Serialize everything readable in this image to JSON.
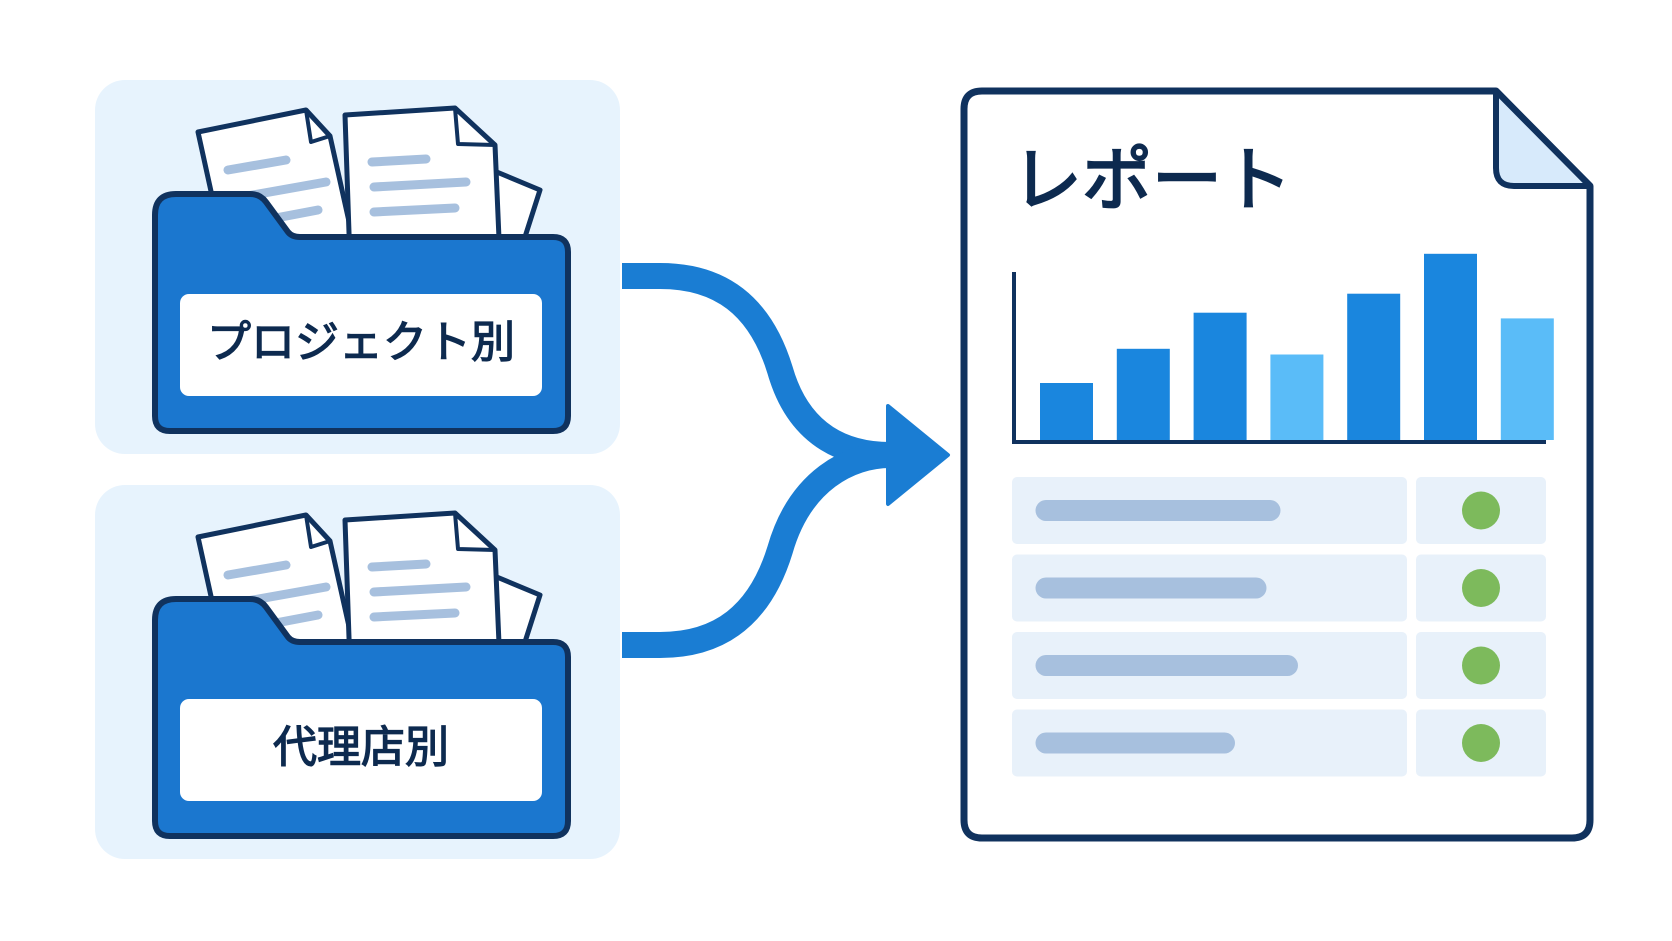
{
  "folders": [
    {
      "label": "プロジェクト別"
    },
    {
      "label": "代理店別"
    }
  ],
  "report": {
    "title": "レポート",
    "chart_values": [
      30,
      48,
      67,
      45,
      77,
      98,
      64
    ],
    "bar_colors": [
      "#1a86de",
      "#1a86de",
      "#1a86de",
      "#5abcf8",
      "#1a86de",
      "#1a86de",
      "#5abcf8"
    ],
    "rows": [
      {
        "bar_length": 0.64,
        "status": "green"
      },
      {
        "bar_length": 0.6,
        "status": "green"
      },
      {
        "bar_length": 0.69,
        "status": "green"
      },
      {
        "bar_length": 0.51,
        "status": "green"
      }
    ]
  },
  "colors": {
    "panel_bg": "#e7f3fd",
    "folder_fill": "#1b77cf",
    "outline": "#10325e",
    "arrow": "#1a7dd3",
    "row_bg": "#e8f1fa",
    "row_line": "#a7c0de",
    "status_green": "#7dba5c"
  }
}
